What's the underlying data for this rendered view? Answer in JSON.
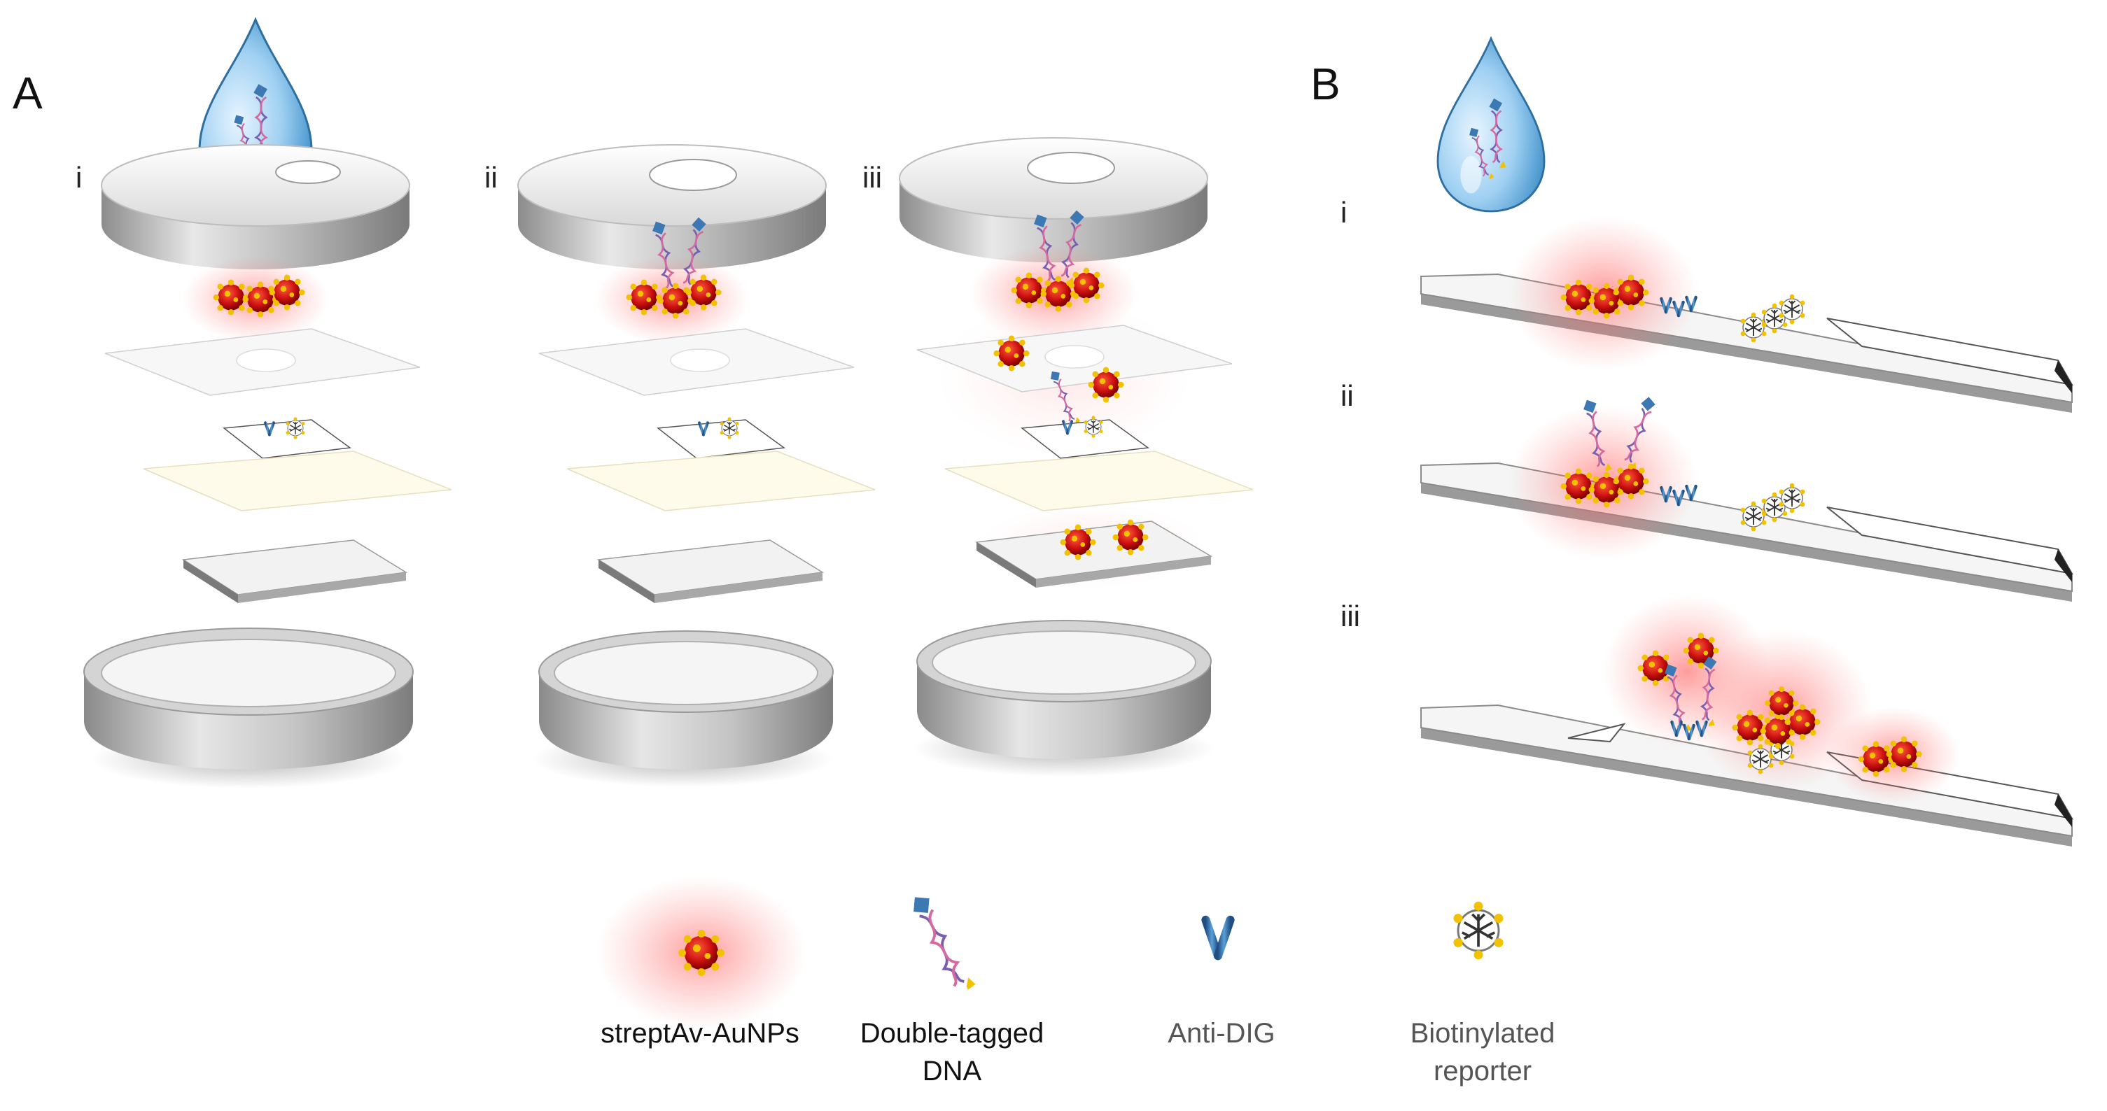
{
  "panels": {
    "A": {
      "letter": "A",
      "steps": [
        "i",
        "ii",
        "iii"
      ]
    },
    "B": {
      "letter": "B",
      "steps": [
        "i",
        "ii",
        "iii"
      ]
    }
  },
  "legend": {
    "items": [
      {
        "icon": "gold-nanoparticle-icon",
        "lines": [
          "streptAv-AuNPs"
        ],
        "color": "#111111"
      },
      {
        "icon": "dna-helix-icon",
        "lines": [
          "Double-tagged",
          "DNA"
        ],
        "color": "#111111"
      },
      {
        "icon": "antibody-icon",
        "lines": [
          "Anti-DIG"
        ],
        "color": "#555555"
      },
      {
        "icon": "biotin-reporter-icon",
        "lines": [
          "Biotinylated",
          "reporter"
        ],
        "color": "#555555"
      }
    ]
  },
  "colors": {
    "nanoparticle": "#cc1111",
    "spike": "#f2c200",
    "antibody": "#3b78b4",
    "glow": "#ff5050",
    "droplet": "#8ec8f0"
  }
}
